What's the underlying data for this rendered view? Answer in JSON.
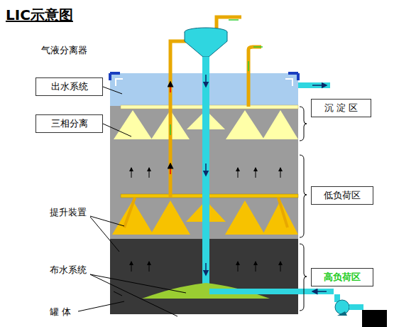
{
  "diagram": {
    "title": "LIC示意图",
    "nodes": [
      {
        "text": [
          "出水系统"
        ]
      },
      {
        "text": [
          "三相分离"
        ]
      },
      {
        "text": [
          "沉 淀 区"
        ]
      },
      {
        "text": [
          "低负荷区"
        ]
      },
      {
        "text": [
          "高负荷区"
        ]
      }
    ],
    "labels": [
      "气液分离器",
      "提升装置",
      "布水系统",
      "罐 体"
    ]
  }
}
